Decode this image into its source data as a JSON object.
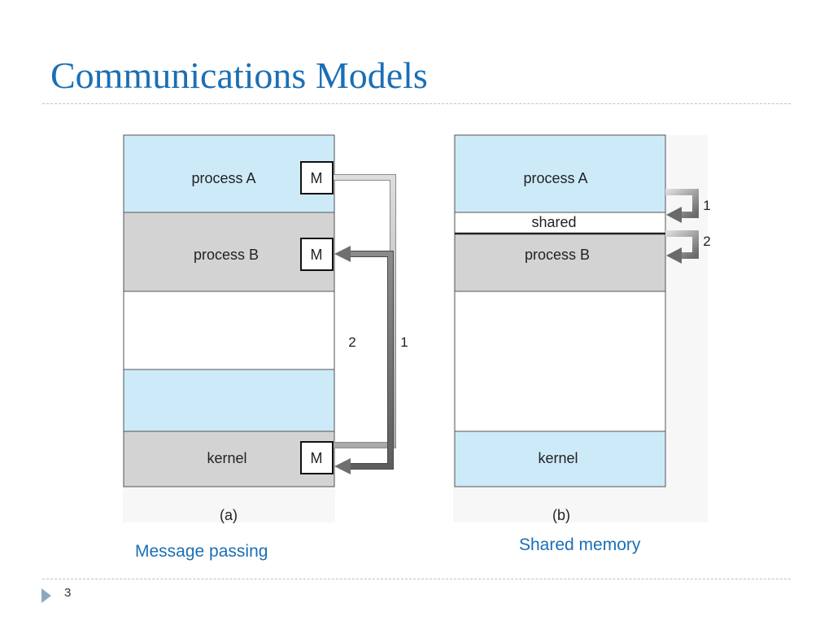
{
  "title": "Communications Models",
  "colors": {
    "title": "#1a6fb5",
    "process_fill": "#cdeaf9",
    "gray_fill": "#d3d3d3",
    "dark_arrow": "#6f6f6f",
    "light_arrow": "#c4c4c4"
  },
  "diagram_a": {
    "process_a": "process A",
    "process_b": "process B",
    "kernel": "kernel",
    "message_box": "M",
    "arrow_1_label": "1",
    "arrow_2_label": "2",
    "sublabel": "(a)",
    "caption": "Message passing"
  },
  "diagram_b": {
    "process_a": "process A",
    "shared": "shared",
    "process_b": "process B",
    "kernel": "kernel",
    "arrow_1_label": "1",
    "arrow_2_label": "2",
    "sublabel": "(b)",
    "caption": "Shared memory"
  },
  "footer": {
    "page_number": "3",
    "bullet_icon": "triangle-right-icon"
  }
}
